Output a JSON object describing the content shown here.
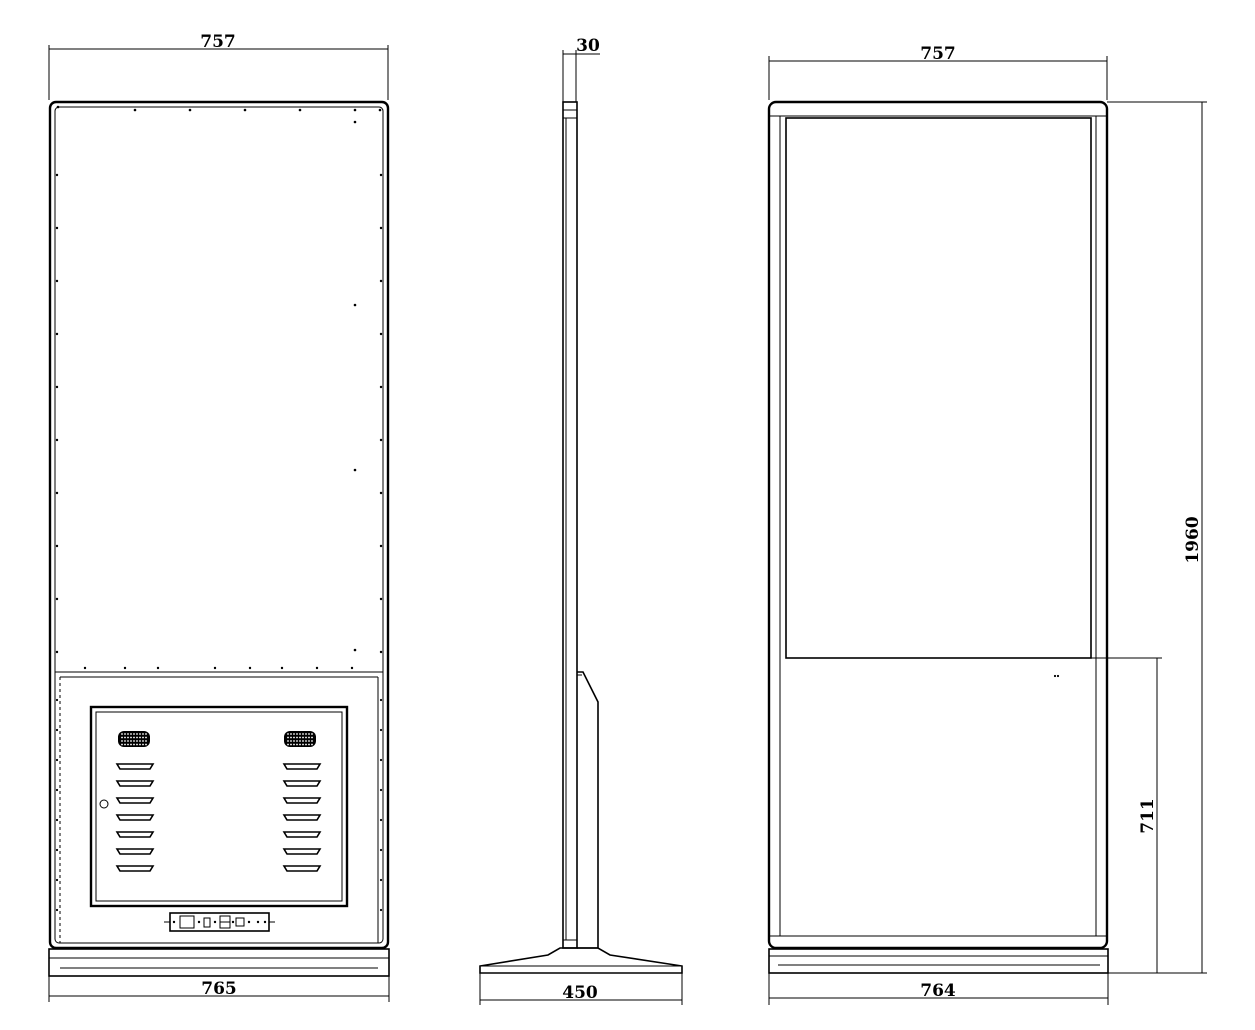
{
  "dimensions": {
    "back_view_top_width": "757",
    "back_view_bottom_width": "765",
    "side_view_depth": "30",
    "side_view_base_width": "450",
    "front_view_top_width": "757",
    "front_view_bottom_width": "764",
    "front_view_height": "1960",
    "front_view_lower_height": "711"
  },
  "colors": {
    "line": "#000000",
    "background": "#ffffff"
  }
}
